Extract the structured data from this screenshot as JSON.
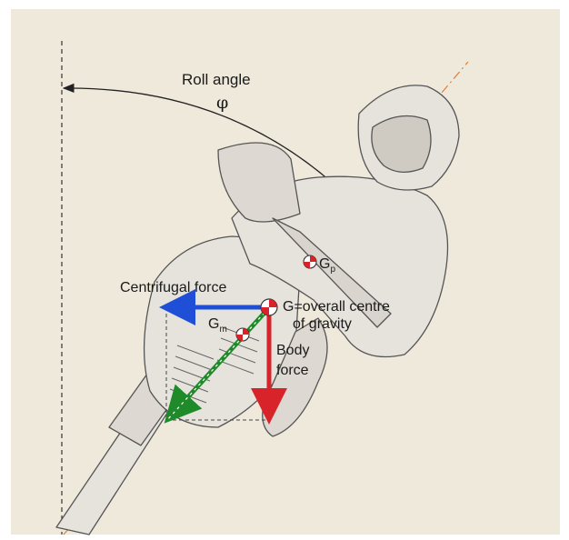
{
  "labels": {
    "roll_angle": "Roll angle",
    "phi": "φ",
    "centrifugal_force": "Centrifugal force",
    "g_overall_line1": "G=overall centre",
    "g_overall_line2": "of gravity",
    "body_line1": "Body",
    "body_line2": "force",
    "gp_base": "G",
    "gp_sub": "p",
    "gm_base": "G",
    "gm_sub": "m"
  },
  "colors": {
    "centrifugal_arrow": "#1f4fd6",
    "body_force_arrow": "#d8232a",
    "resultant_arrow": "#1f8a2a",
    "lean_axis": "#d9813a",
    "paper": "#efe9dc",
    "line_art": "#555555"
  }
}
